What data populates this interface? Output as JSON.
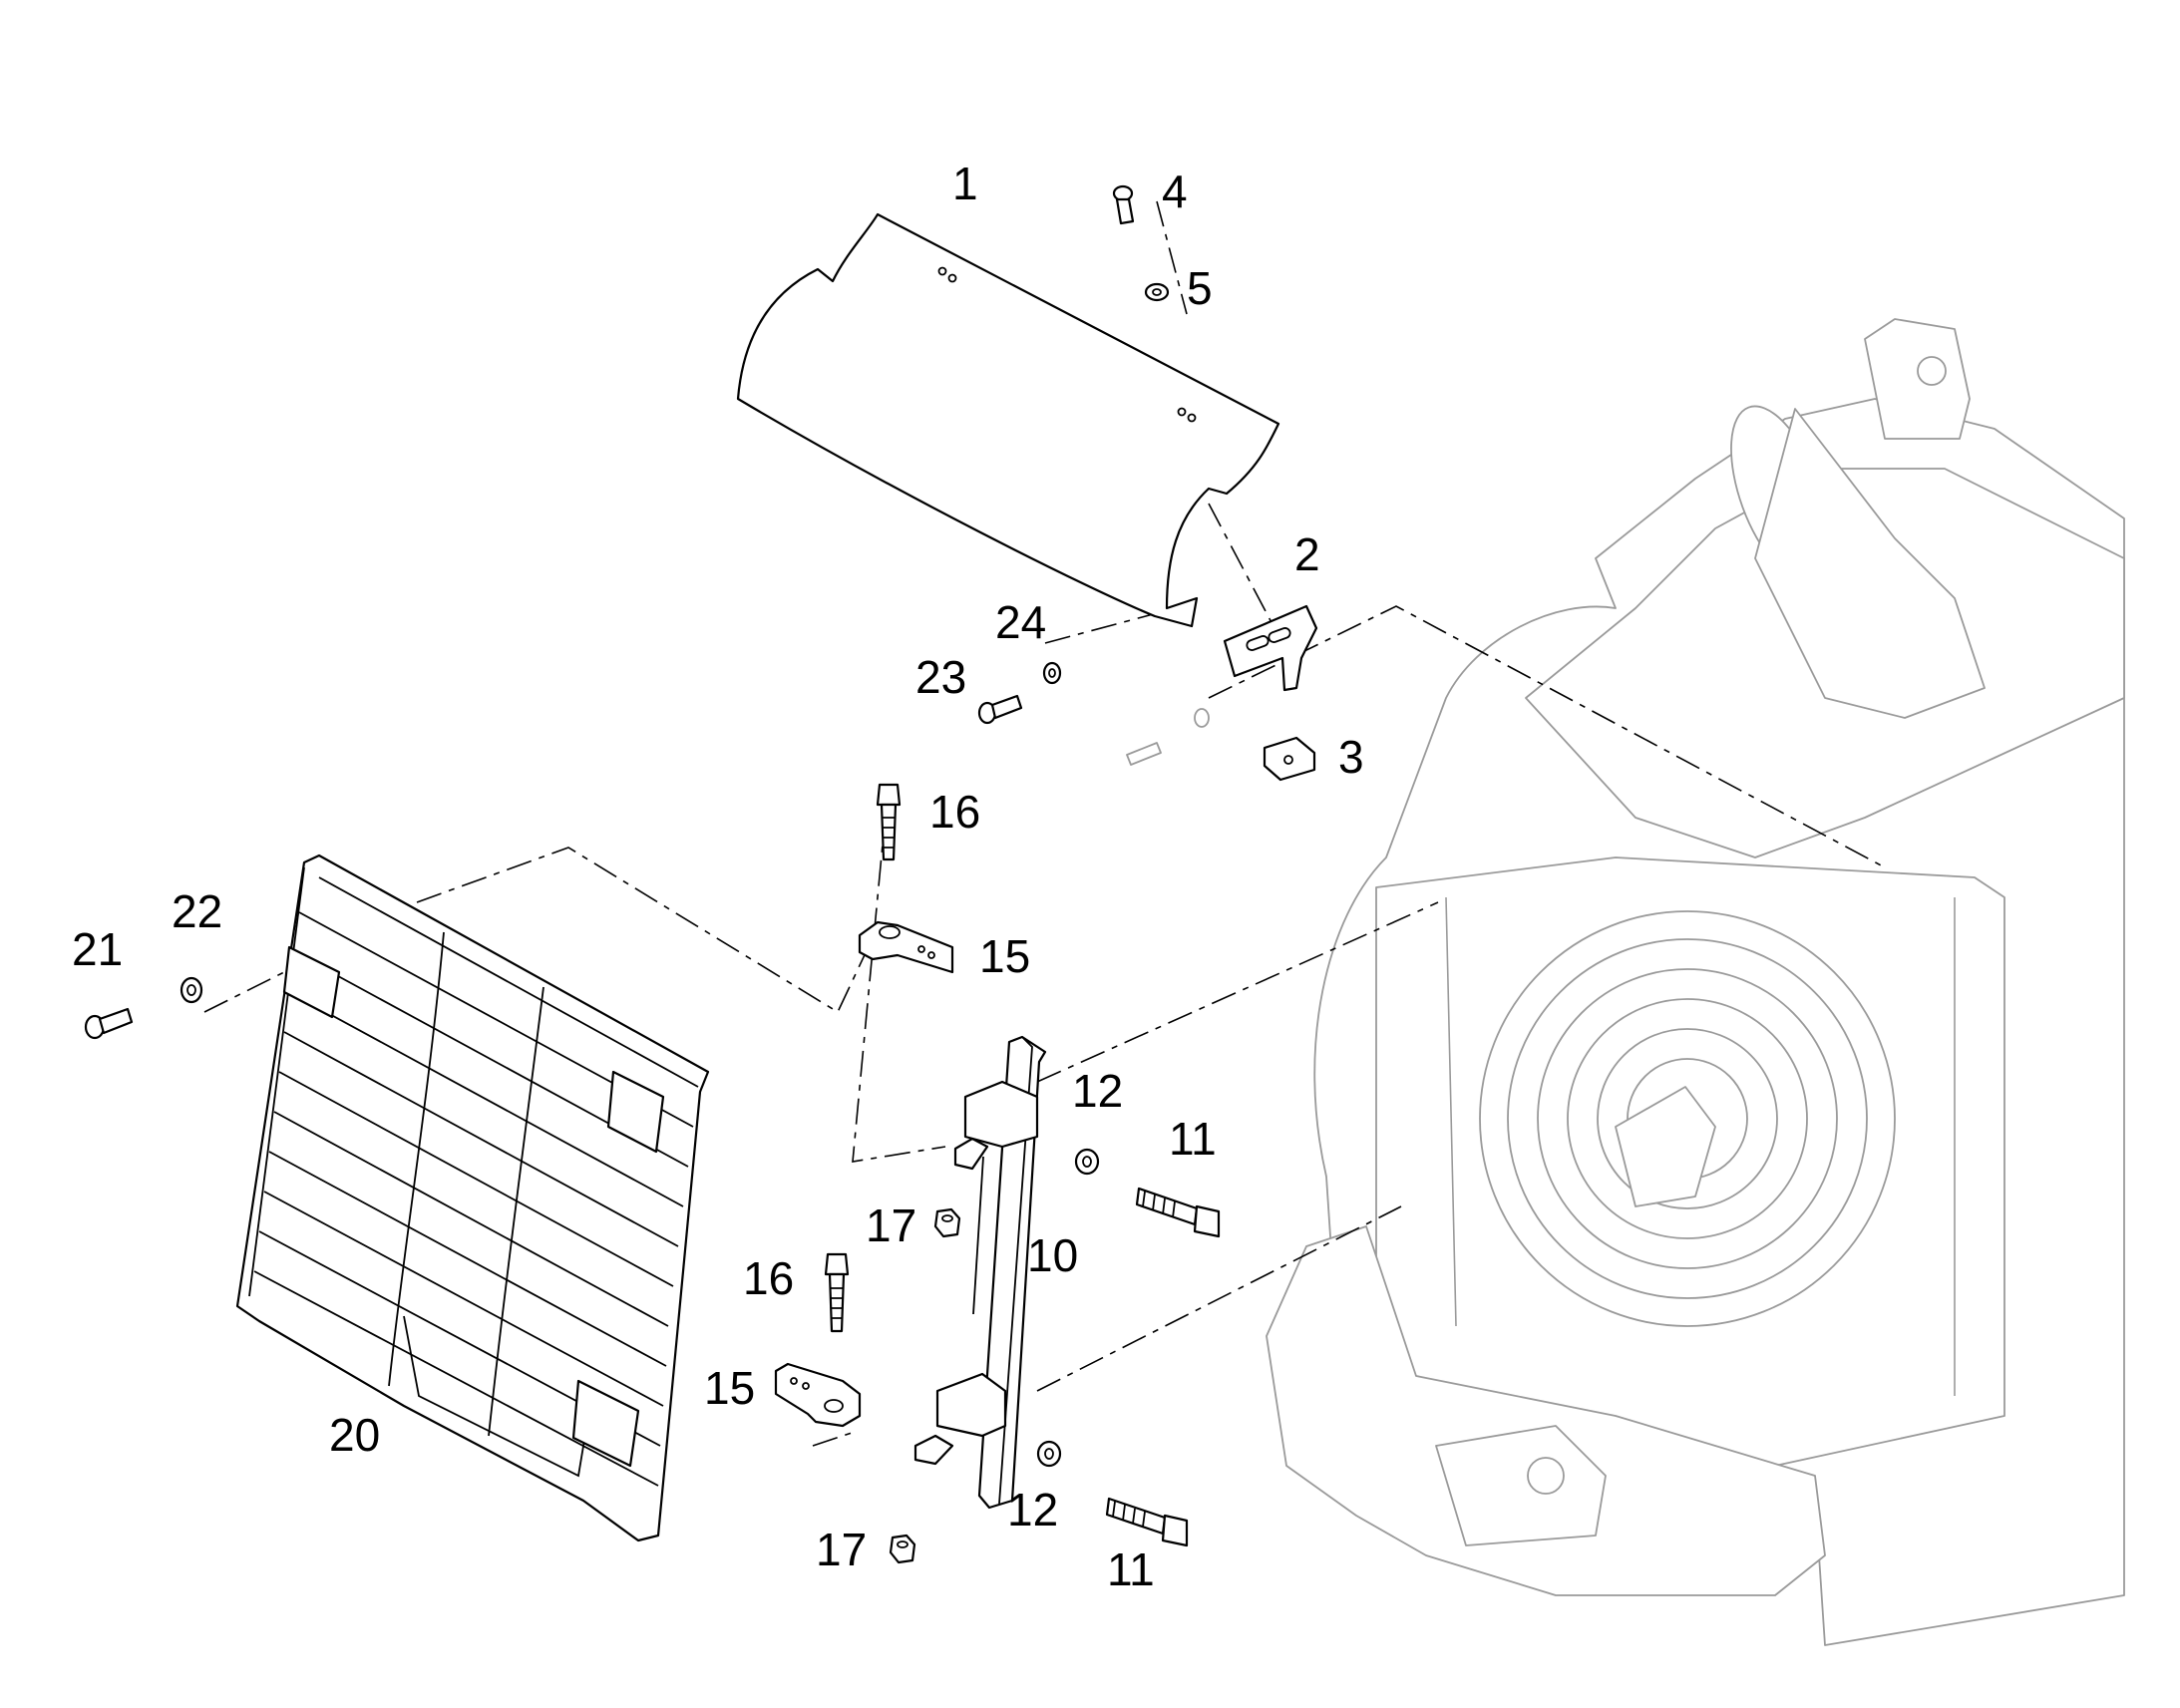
{
  "callouts": {
    "c1": "1",
    "c2": "2",
    "c3": "3",
    "c4": "4",
    "c5": "5",
    "c10": "10",
    "c11a": "11",
    "c11b": "11",
    "c12a": "12",
    "c12b": "12",
    "c15a": "15",
    "c15b": "15",
    "c16a": "16",
    "c16b": "16",
    "c17a": "17",
    "c17b": "17",
    "c20": "20",
    "c21": "21",
    "c22": "22",
    "c23": "23",
    "c24": "24"
  },
  "colors": {
    "line": "#000000",
    "background_machine": "#9a9a9a",
    "background": "#ffffff"
  }
}
